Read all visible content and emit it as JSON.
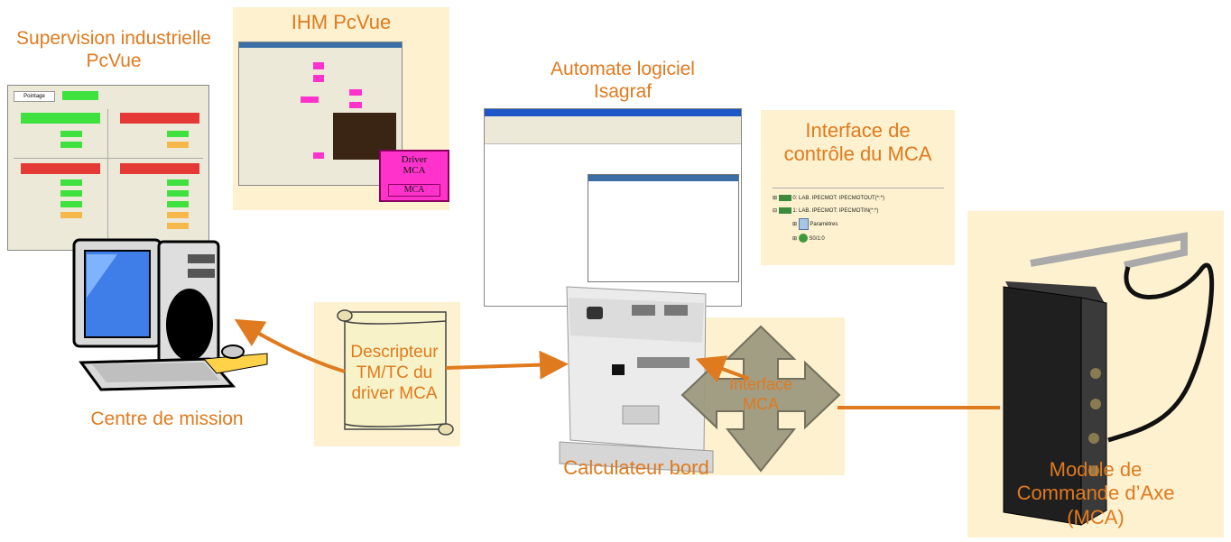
{
  "labels": {
    "supervision": "Supervision industrielle\nPcVue",
    "ihm": "IHM  PcVue",
    "automate": "Automate logiciel\nIsagraf",
    "interface_ctrl": "Interface  de\ncontrôle du MCA",
    "centre": "Centre de mission",
    "descripteur": "Descripteur\nTM/TC  du\ndriver  MCA",
    "calculateur": "Calculateur  bord",
    "interface_mca": "Interface\nMCA",
    "module": "Module de\nCommande d’Axe\n(MCA)"
  },
  "ihm_window": {
    "driver_label": "Driver\nMCA",
    "mca_label": "MCA"
  },
  "supervision_window": {
    "header": "Pointage"
  },
  "interface_tree": {
    "items": [
      "0: LAB. IPECMOT: IPECMOTOUT(*:*)",
      "1: LAB. IPECMOT: IPECMOTIN(*:*)",
      "Paramètres",
      "S0/1:0"
    ]
  },
  "colors": {
    "accent_orange": "#e07a1e",
    "panel_beige": "#fdf1cf",
    "arrow_gray": "#9e9a80"
  }
}
